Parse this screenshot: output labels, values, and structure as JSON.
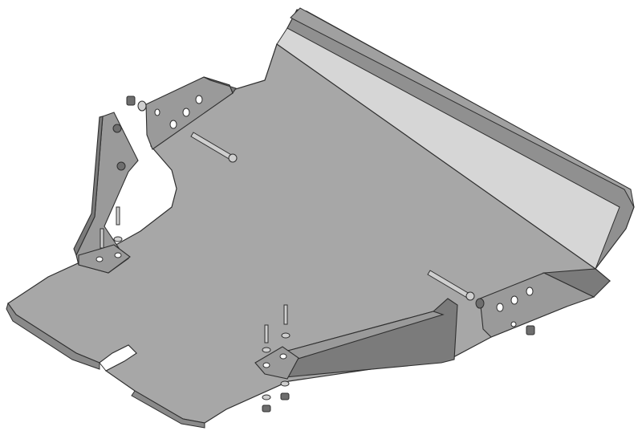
{
  "figure": {
    "subject": "skid-plate-assembly-exploded",
    "colors": {
      "background": "#ffffff",
      "plate_top": "#a7a7a7",
      "plate_edge": "#8a8a8a",
      "wall_face": "#909090",
      "wall_light": "#d6d6d6",
      "wall_top": "#a0a0a0",
      "bracket": "#9a9a9a",
      "bracket_dark": "#7b7b7b",
      "hole": "#ffffff",
      "bolt": "#cfcfcf",
      "nut": "#6e6e6e",
      "outline": "#2f2f2f"
    },
    "parts": [
      {
        "id": "skid-plate",
        "kind": "plate"
      },
      {
        "id": "rear-wall",
        "kind": "wall"
      },
      {
        "id": "left-mount-bracket",
        "kind": "bracket"
      },
      {
        "id": "left-vertical-bracket",
        "kind": "bracket"
      },
      {
        "id": "right-mount-bracket",
        "kind": "bracket"
      },
      {
        "id": "front-support-bracket",
        "kind": "bracket"
      },
      {
        "id": "long-bolt-upper",
        "kind": "bolt"
      },
      {
        "id": "long-bolt-lower",
        "kind": "bolt"
      }
    ]
  }
}
